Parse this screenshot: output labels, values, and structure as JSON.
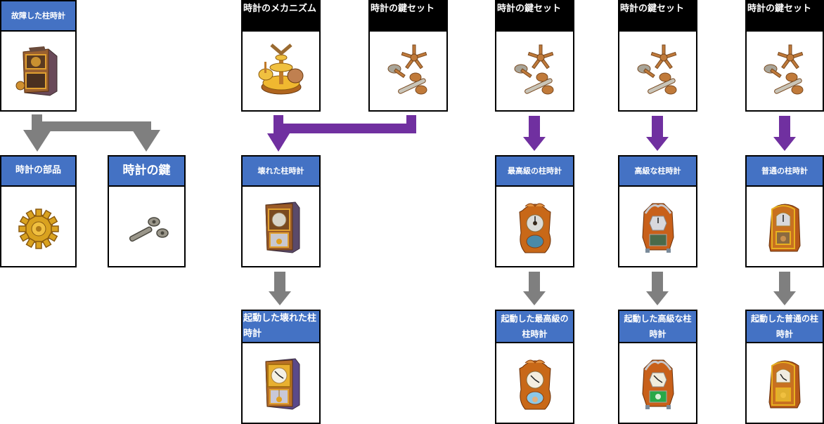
{
  "colors": {
    "header_blue": "#4472c4",
    "header_black": "#000000",
    "arrow_gray": "#7f7f7f",
    "arrow_purple": "#7030a0"
  },
  "nodes": {
    "broken_clock_source": {
      "label": "故障した柱時計",
      "icon": "broken-cabinet-clock-icon"
    },
    "clock_parts": {
      "label": "時計の部品",
      "icon": "gear-icon"
    },
    "clock_key": {
      "label": "時計の鍵",
      "icon": "wind-up-key-icon"
    },
    "clock_mechanism": {
      "label": "時計のメカニズム",
      "icon": "clock-mechanism-icon"
    },
    "key_set_1": {
      "label": "時計の鍵セット",
      "icon": "key-set-icon"
    },
    "key_set_2": {
      "label": "時計の鍵セット",
      "icon": "key-set-icon"
    },
    "key_set_3": {
      "label": "時計の鍵セット",
      "icon": "key-set-icon"
    },
    "key_set_4": {
      "label": "時計の鍵セット",
      "icon": "key-set-icon"
    },
    "broken_clock": {
      "label": "壊れた柱時計",
      "icon": "broken-pendulum-clock-icon"
    },
    "activated_broken_clock": {
      "label": "起動した壊れた柱時計",
      "icon": "activated-pendulum-clock-icon"
    },
    "finest_clock": {
      "label": "最高級の柱時計",
      "icon": "finest-pendulum-clock-icon"
    },
    "fine_clock": {
      "label": "高級な柱時計",
      "icon": "fine-pendulum-clock-icon"
    },
    "normal_clock": {
      "label": "普通の柱時計",
      "icon": "normal-pendulum-clock-icon"
    },
    "activated_finest_clock": {
      "label": "起動した最高級の柱時計",
      "icon": "activated-finest-clock-icon"
    },
    "activated_fine_clock": {
      "label": "起動した高級な柱時計",
      "icon": "activated-fine-clock-icon"
    },
    "activated_normal_clock": {
      "label": "起動した普通の柱時計",
      "icon": "activated-normal-clock-icon"
    }
  },
  "edges": [
    {
      "from": "broken_clock_source",
      "to": [
        "clock_parts",
        "clock_key"
      ],
      "color": "gray"
    },
    {
      "from": [
        "clock_mechanism",
        "key_set_1"
      ],
      "to": "broken_clock",
      "color": "purple"
    },
    {
      "from": "key_set_2",
      "to": "finest_clock",
      "color": "purple"
    },
    {
      "from": "key_set_3",
      "to": "fine_clock",
      "color": "purple"
    },
    {
      "from": "key_set_4",
      "to": "normal_clock",
      "color": "purple"
    },
    {
      "from": "broken_clock",
      "to": "activated_broken_clock",
      "color": "gray"
    },
    {
      "from": "finest_clock",
      "to": "activated_finest_clock",
      "color": "gray"
    },
    {
      "from": "fine_clock",
      "to": "activated_fine_clock",
      "color": "gray"
    },
    {
      "from": "normal_clock",
      "to": "activated_normal_clock",
      "color": "gray"
    }
  ]
}
